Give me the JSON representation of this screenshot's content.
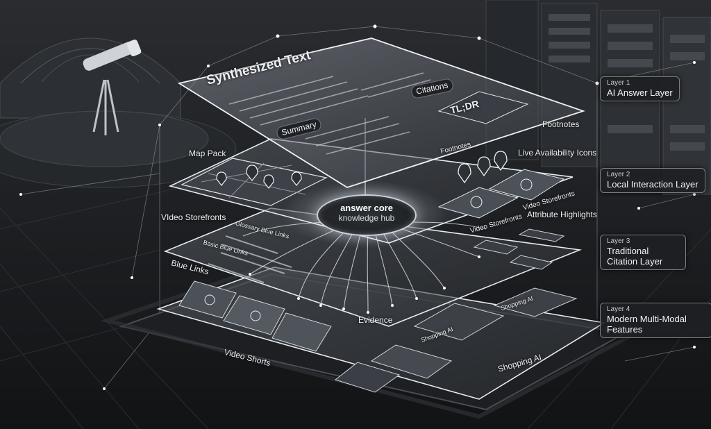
{
  "top_layer": {
    "title": "Synthesized Text",
    "summary_pill": "Summary",
    "citations_pill": "Citations",
    "tldr": "TL;DR",
    "footnotes_pill": "Footnotes"
  },
  "core": {
    "title": "answer core",
    "subtitle": "knowledge hub"
  },
  "labels": {
    "map_pack": "Map Pack",
    "live_availability": "Live Availability Icons",
    "footnotes": "Footnotes",
    "video_storefronts_left": "VIdeo Storefronts",
    "video_storefronts_right": "Video Storefronts",
    "video_storefronts_right2": "Video Storefronts",
    "attribute_highlights": "Attribute Highlights",
    "blue_links": "Blue Links",
    "evidence": "Evidence",
    "video_shorts": "Video Shorts",
    "shopping_ai": "Shopping AI",
    "shopping_ai_card": "Shopping AI",
    "shopping_ai_card2": "Shopping AI",
    "glossary_blue_links": "Glossary Blue Links",
    "basic_blue_links": "Basic Blue Links"
  },
  "layers": [
    {
      "number": "Layer 1",
      "name": "AI Answer Layer"
    },
    {
      "number": "Layer 2",
      "name": "Local Interaction Layer"
    },
    {
      "number": "Layer 3",
      "name": "Traditional Citation Layer"
    },
    {
      "number": "Layer 4",
      "name": "Modern Multi-Modal Features"
    }
  ],
  "colors": {
    "background": "#1a1c1f",
    "panel_edge": "#e6ebf0",
    "glow": "#dfe8f2"
  }
}
